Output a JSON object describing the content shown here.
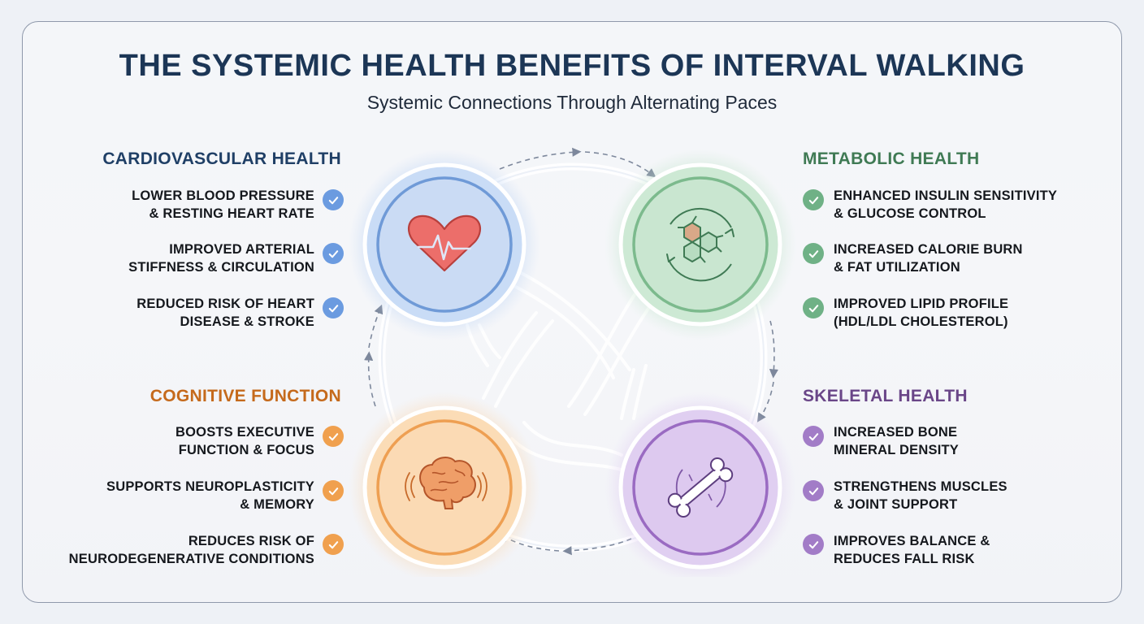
{
  "header": {
    "title": "THE SYSTEMIC HEALTH BENEFITS OF INTERVAL WALKING",
    "subtitle": "Systemic Connections Through Alternating Paces"
  },
  "colors": {
    "cardiovascular": "#1f3f66",
    "cardiovascular_check": "#6b9be0",
    "metabolic": "#3f7a54",
    "metabolic_check": "#6fb186",
    "cognitive": "#c56a1c",
    "cognitive_check": "#f0a04e",
    "skeletal": "#6a4688",
    "skeletal_check": "#a27cc7"
  },
  "sections": {
    "cardiovascular": {
      "title": "CARDIOVASCULAR HEALTH",
      "icon": "heart-pulse-icon",
      "items": [
        {
          "line1": "LOWER BLOOD PRESSURE",
          "line2": "& RESTING HEART RATE"
        },
        {
          "line1": "IMPROVED ARTERIAL",
          "line2": "STIFFNESS & CIRCULATION"
        },
        {
          "line1": "REDUCED RISK OF HEART",
          "line2": "DISEASE & STROKE"
        }
      ]
    },
    "metabolic": {
      "title": "METABOLIC HEALTH",
      "icon": "molecule-cycle-icon",
      "items": [
        {
          "line1": "ENHANCED INSULIN SENSITIVITY",
          "line2": "& GLUCOSE CONTROL"
        },
        {
          "line1": "INCREASED CALORIE BURN",
          "line2": "& FAT UTILIZATION"
        },
        {
          "line1": "IMPROVED LIPID PROFILE",
          "line2": "(HDL/LDL CHOLESTEROL)"
        }
      ]
    },
    "cognitive": {
      "title": "COGNITIVE FUNCTION",
      "icon": "brain-icon",
      "items": [
        {
          "line1": "BOOSTS EXECUTIVE",
          "line2": "FUNCTION & FOCUS"
        },
        {
          "line1": "SUPPORTS NEUROPLASTICITY",
          "line2": "& MEMORY"
        },
        {
          "line1": "REDUCES RISK OF",
          "line2": "NEURODEGENERATIVE CONDITIONS"
        }
      ]
    },
    "skeletal": {
      "title": "SKELETAL HEALTH",
      "icon": "bone-icon",
      "items": [
        {
          "line1": "INCREASED BONE",
          "line2": "MINERAL DENSITY"
        },
        {
          "line1": "STRENGTHENS MUSCLES",
          "line2": "& JOINT SUPPORT"
        },
        {
          "line1": "IMPROVES BALANCE &",
          "line2": "REDUCES FALL RISK"
        }
      ]
    }
  }
}
